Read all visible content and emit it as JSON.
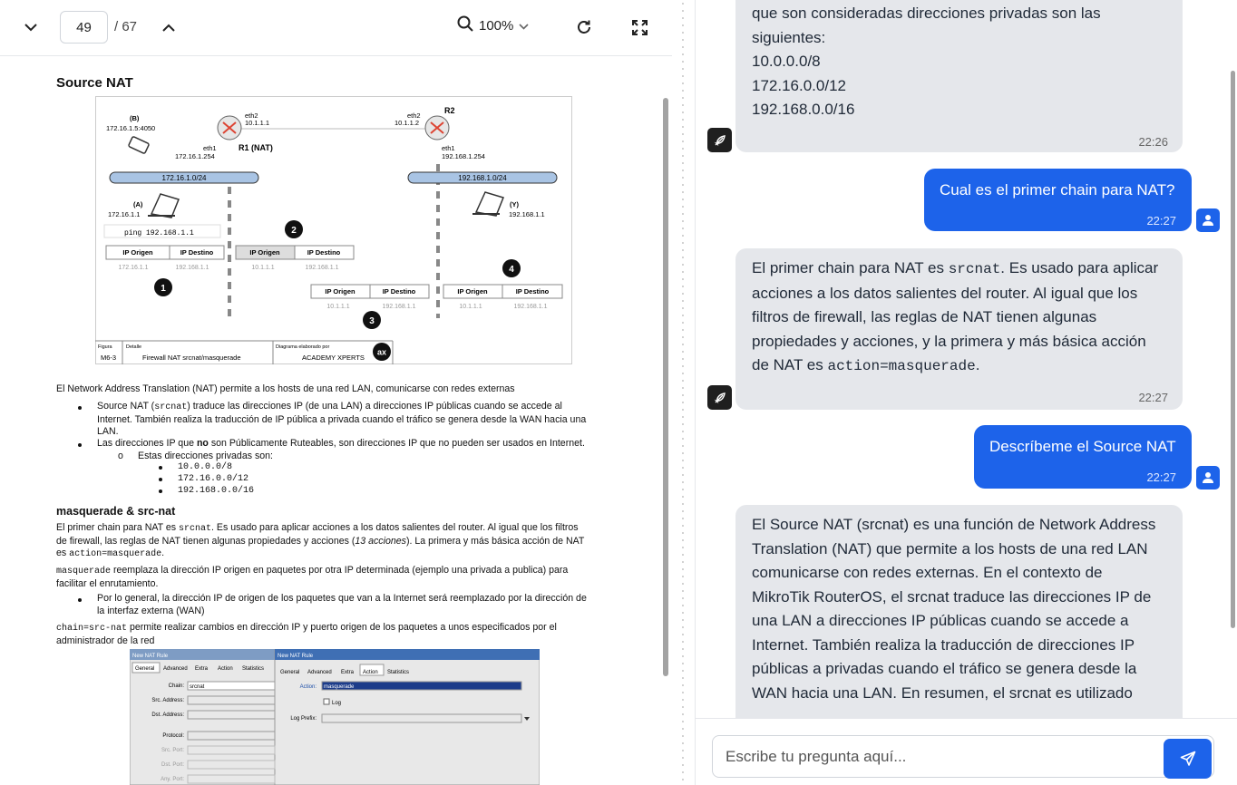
{
  "pdf": {
    "toolbar": {
      "page_current": "49",
      "page_total": "/ 67",
      "zoom": "100%"
    },
    "content": {
      "source_nat_heading": "Source NAT",
      "figure": {
        "labels": {
          "b": "(B)",
          "b_ip": "172.16.1.5:4050",
          "eth2_r1": "eth2",
          "eth2_r1_ip": "10.1.1.1",
          "r1": "R1 (NAT)",
          "eth1_r1": "eth1",
          "eth1_r1_ip": "172.16.1.254",
          "eth2_r2": "eth2",
          "eth2_r2_ip": "10.1.1.2",
          "r2": "R2",
          "eth1_r2": "eth1",
          "eth1_r2_ip": "192.168.1.254",
          "net_left": "172.16.1.0/24",
          "net_right": "192.168.1.0/24",
          "a": "(A)",
          "a_ip": "172.16.1.1",
          "y": "(Y)",
          "y_ip": "192.168.1.1",
          "ping": "ping 192.168.1.1",
          "col_origen": "IP Origen",
          "col_destino": "IP Destino",
          "t1_origen": "172.16.1.1",
          "t1_destino": "192.168.1.1",
          "t2_origen": "10.1.1.1",
          "t2_destino": "192.168.1.1",
          "t3_origen": "10.1.1.1",
          "t3_destino": "192.168.1.1",
          "t4_origen": "10.1.1.1",
          "t4_destino": "192.168.1.1",
          "n1": "1",
          "n2": "2",
          "n3": "3",
          "n4": "4",
          "footer_figura": "Figura",
          "footer_figura_val": "M6-3",
          "footer_detalle": "Detalle",
          "footer_detalle_val": "Firewall NAT srcnat/masquerade",
          "footer_diagrama": "Diagrama elaborado por",
          "footer_diagrama_val": "ACADEMY XPERTS",
          "logo": "ax"
        }
      },
      "intro": "El Network Address Translation (NAT) permite a los hosts de una red LAN, comunicarse con redes externas",
      "b1_a": "Source NAT (",
      "b1_code": "srcnat",
      "b1_b": ") traduce las direcciones IP (de una LAN) a direcciones IP públicas cuando se accede al",
      "b1_l2": "Internet.  También realiza la traducción de IP pública a privada cuando el tráfico se genera desde la WAN hacia una",
      "b1_l3": "LAN.",
      "b2_a": "Las direcciones IP que ",
      "b2_bold": "no",
      "b2_b": " son Públicamente Ruteables, son direcciones IP que no pueden ser usados en Internet.",
      "sub_bullet_marker": "o",
      "sub_bullet": "Estas direcciones privadas son:",
      "ranges": [
        "10.0.0.0/8",
        "172.16.0.0/12",
        "192.168.0.0/16"
      ],
      "masq_heading": "masquerade & src-nat",
      "p1_a": "El primer chain para NAT es ",
      "p1_code": "srcnat",
      "p1_b": ". Es usado para aplicar acciones a los datos salientes del router.  Al igual que los filtros",
      "p1_l2a": "de firewall, las reglas de NAT tienen algunas propiedades y acciones (",
      "p1_l2i": "13 acciones",
      "p1_l2b": "). La primera y más básica acción de NAT",
      "p1_l3a": "es ",
      "p1_l3code": "action=masquerade",
      "p1_l3b": ".",
      "p2_code": "masquerade",
      "p2_a": " reemplaza la dirección IP origen en paquetes por otra IP determinada (ejemplo una privada a publica) para",
      "p2_l2": "facilitar el enrutamiento.",
      "b3_l1": "Por lo general, la dirección IP de origen de los paquetes que van a la Internet será reemplazado por la dirección de",
      "b3_l2": "la interfaz externa (WAN)",
      "p3_code": "chain=src-nat",
      "p3_a": " permite realizar cambios en dirección IP y puerto origen de los paquetes a unos especificados por el",
      "p3_l2": "administrador de la red",
      "winbox": {
        "left_title": "New NAT Rule",
        "left_tabs": [
          "General",
          "Advanced",
          "Extra",
          "Action",
          "Statistics"
        ],
        "chain_label": "Chain:",
        "chain_value": "srcnat",
        "src_label": "Src. Address:",
        "dst_label": "Dst. Address:",
        "proto_label": "Protocol:",
        "srcport_label": "Src. Port:",
        "dstport_label": "Dst. Port:",
        "anyport_label": "Any. Port:",
        "right_title": "New NAT Rule",
        "right_tabs": [
          "General",
          "Advanced",
          "Extra",
          "Action",
          "Statistics"
        ],
        "action_label": "Action:",
        "action_value": "masquerade",
        "log_label": "Log",
        "logprefix_label": "Log Prefix:"
      }
    }
  },
  "chat": {
    "messages": [
      {
        "role": "bot",
        "lines": [
          "que son consideradas direcciones privadas son las",
          "siguientes:",
          "10.0.0.0/8",
          "172.16.0.0/12",
          "192.168.0.0/16"
        ],
        "time": "22:26"
      },
      {
        "role": "user",
        "text": "Cual es el primer chain para NAT?",
        "time": "22:27"
      },
      {
        "role": "bot",
        "l1a": "El primer chain para NAT es ",
        "l1code": "srcnat",
        "l1b": ". Es usado para aplicar",
        "l2": "acciones a los datos salientes del router. Al igual que los",
        "l3": "filtros de firewall, las reglas de NAT tienen algunas",
        "l4": "propiedades y acciones, y la primera y más básica acción",
        "l5a": "de NAT es ",
        "l5code": "action=masquerade",
        "l5b": ".",
        "time": "22:27"
      },
      {
        "role": "user",
        "text": "Descríbeme el Source NAT",
        "time": "22:27"
      },
      {
        "role": "bot",
        "lines": [
          "El Source NAT (srcnat) es una función de Network Address",
          "Translation (NAT) que permite a los hosts de una red LAN",
          "comunicarse con redes externas. En el contexto de",
          "MikroTik RouterOS, el srcnat traduce las direcciones IP de",
          "una LAN a direcciones IP públicas cuando se accede a",
          "Internet. También realiza la traducción de direcciones IP",
          "públicas a privadas cuando el tráfico se genera desde la",
          "WAN hacia una LAN. En resumen, el srcnat es utilizado"
        ]
      }
    ],
    "input_placeholder": "Escribe tu pregunta aquí..."
  },
  "colors": {
    "accent": "#1d63ea",
    "bot_bubble": "#e5e7eb",
    "dark": "#1f1f1f"
  },
  "icons": [
    "chevron-down-icon",
    "chevron-up-icon",
    "search-icon",
    "refresh-icon",
    "fullscreen-icon",
    "feather-icon",
    "user-icon",
    "send-icon"
  ]
}
